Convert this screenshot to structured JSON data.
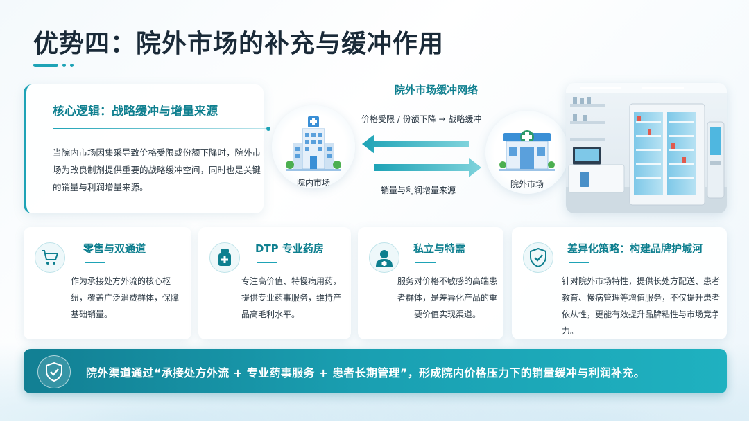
{
  "title": "优势四：院外市场的补充与缓冲作用",
  "core": {
    "title": "核心逻辑：战略缓冲与增量来源",
    "body": "当院内市场因集采导致价格受限或份额下降时，院外市场为改良制剂提供重要的战略缓冲空间，同时也是关键的销量与利润增量来源。"
  },
  "network": {
    "title": "院外市场缓冲网络",
    "left_node": "院内市场",
    "right_node": "院外市场",
    "top_arrow_label": "价格受限 / 份额下降 → 战略缓冲",
    "bottom_arrow_label": "销量与利润增量来源"
  },
  "cards": [
    {
      "title": "零售与双通道",
      "icon": "shopping-cart-icon",
      "body": "作为承接处方外流的核心枢纽，覆盖广泛消费群体，保障基础销量。"
    },
    {
      "title": "DTP 专业药房",
      "icon": "medicine-bottle-icon",
      "body": "专注高价值、特慢病用药，提供专业药事服务，维持产品高毛利水平。"
    },
    {
      "title": "私立与特需",
      "icon": "doctor-icon",
      "body": "服务对价格不敏感的高端患者群体，是差异化产品的重要价值实现渠道。"
    },
    {
      "title": "差异化策略：构建品牌护城河",
      "icon": "shield-check-icon",
      "body": "针对院外市场特性，提供长处方配送、患者教育、慢病管理等增值服务，不仅提升患者依从性，更能有效提升品牌粘性与市场竞争力。"
    }
  ],
  "banner": {
    "text": "院外渠道通过“承接处方外流 + 专业药事服务 + 患者长期管理”，形成院内价格压力下的销量缓冲与利润补充。",
    "icon": "shield-check-icon"
  },
  "colors": {
    "accent": "#1ea3b6",
    "accent_dark": "#0e7f8f",
    "title": "#1a2a38"
  }
}
